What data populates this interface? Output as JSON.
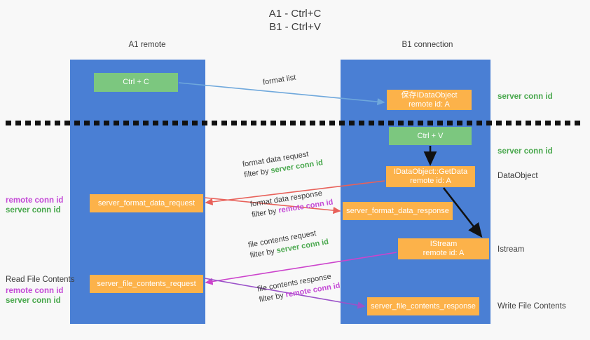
{
  "title": "A1 - Ctrl+C\nB1 - Ctrl+V",
  "columns": {
    "left": {
      "name": "A1",
      "subtitle": "remote",
      "header": "A1\nremote"
    },
    "right": {
      "name": "B1",
      "subtitle": "connection",
      "header": "B1\nconnection"
    }
  },
  "colors": {
    "lane": "#4a7fd4",
    "box_green": "#7cc77f",
    "box_orange": "#fcb24a",
    "arrow_blue": "#6fa8dc",
    "arrow_red": "#e8615a",
    "arrow_magenta": "#cc44cc",
    "arrow_purple": "#9b52c9",
    "arrow_black": "#111111",
    "server_conn_id": "#4aa84e",
    "remote_conn_id": "#c44ad6",
    "divider": "#111111",
    "background": "#f8f8f8",
    "text": "#3c3c3c"
  },
  "boxes": {
    "ctrl_c": "Ctrl + C",
    "save_dataobject": "保存IDataObject\nremote id: A",
    "ctrl_v": "Ctrl + V",
    "getdata": "IDataObject::GetData\nremote id: A",
    "istream": "IStream\nremote id: A",
    "server_format_data_request": "server_format_data_request",
    "server_format_data_response": "server_format_data_response",
    "server_file_contents_request": "server_file_contents_request",
    "server_file_contents_response": "server_file_contents_response"
  },
  "side_labels": {
    "server_conn_id_top": "server conn id",
    "server_conn_id_mid": "server conn id",
    "dataobject": "DataObject",
    "istream": "Istream",
    "write_file_contents": "Write File Contents"
  },
  "left_labels": {
    "read_file_contents": "Read File Contents",
    "remote_conn_id": "remote conn id",
    "server_conn_id": "server conn id"
  },
  "annotations": {
    "format_list": "format list",
    "format_data_request": "format data request",
    "format_data_response": "format data response",
    "file_contents_request": "file contents request",
    "file_contents_response": "file contents response",
    "filter_by": "filter by ",
    "server_conn_id": "server conn id",
    "remote_conn_id": "remote conn id"
  }
}
